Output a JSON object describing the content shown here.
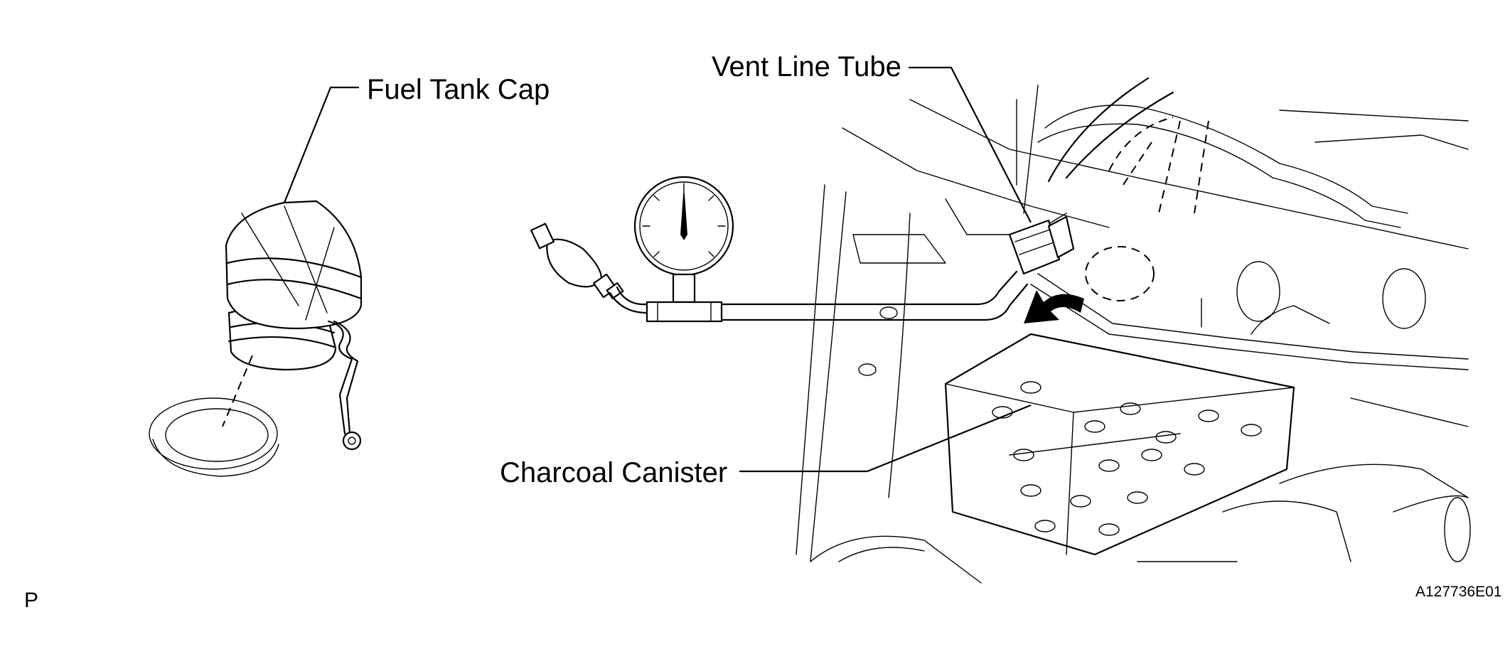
{
  "labels": {
    "fuel_tank_cap": "Fuel Tank Cap",
    "vent_line_tube": "Vent Line Tube",
    "charcoal_canister": "Charcoal Canister",
    "view_letter": "P",
    "figure_code": "A127736E01"
  },
  "colors": {
    "line": "#000000",
    "background": "#ffffff"
  }
}
